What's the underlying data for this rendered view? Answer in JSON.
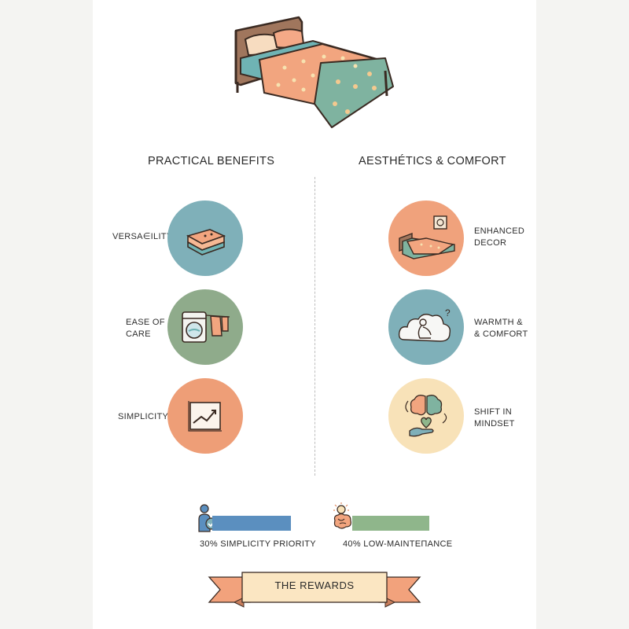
{
  "headings": {
    "left": "PRACTICAL BENEFITS",
    "right": "AESTHÉTICS & COMFORT"
  },
  "left_items": [
    {
      "label": "VERSA∈ILITY",
      "icon": "folded-blanket-icon",
      "color": "#7fb0b9"
    },
    {
      "label": "EASE OF\nCARE",
      "icon": "washing-machine-icon",
      "color": "#8fab8b"
    },
    {
      "label": "SIMPLICITY",
      "icon": "trend-chart-icon",
      "color": "#ee9e77"
    }
  ],
  "right_items": [
    {
      "label": "ENHANCED\nDECOR",
      "icon": "bedroom-decor-icon",
      "color": "#f0a27c"
    },
    {
      "label": "WARMTH &\n& COMFORT",
      "icon": "cozy-person-cloud-icon",
      "color": "#7fb0b9"
    },
    {
      "label": "SHIFT IN\nMINDSET",
      "icon": "brain-heart-hand-icon",
      "color": "#f8e2b8"
    }
  ],
  "stats": [
    {
      "text": "30% SIMPLICITY PRIORITY",
      "percent": 30,
      "icon": "person-check-icon",
      "color": "#5b8fbf"
    },
    {
      "text": "40% LOW-MAINTEΠANCE",
      "percent": 40,
      "icon": "lightbulb-brain-icon",
      "color": "#8fb68b"
    }
  ],
  "banner": {
    "text": "THE REWARDS",
    "color": "#fbe6c2",
    "ribbon_color": "#f2a27c"
  }
}
